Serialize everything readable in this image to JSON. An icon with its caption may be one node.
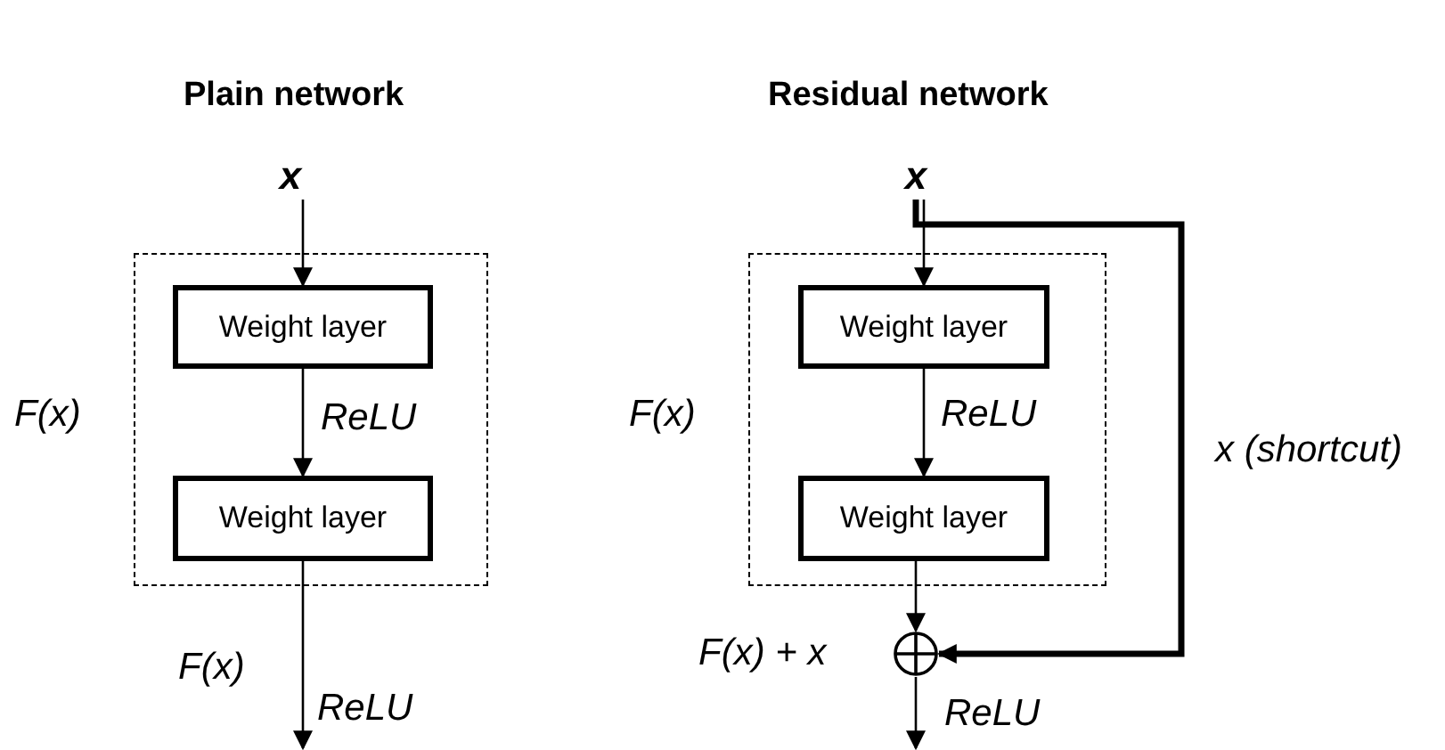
{
  "diagram": {
    "nodes": [
      {
        "text": [
          "x"
        ]
      },
      {
        "text": [
          "F(x)"
        ]
      },
      {
        "text": [
          "Weight layer"
        ],
        "in": 1
      },
      {
        "text": [
          "Weight layer"
        ],
        "in": 1
      },
      {
        "text": [
          "x"
        ]
      },
      {
        "text": [
          "F(x)"
        ]
      },
      {
        "text": [
          "Weight layer"
        ],
        "in": 5
      },
      {
        "text": [
          "Weight layer"
        ],
        "in": 5
      },
      {
        "text": [],
        "shape": "circle",
        "beside": [
          "F(x) + x"
        ]
      }
    ],
    "edges": [
      {
        "from": 0,
        "to": 2,
        "arrow": "to"
      },
      {
        "from": 2,
        "to": 3,
        "arrow": "to",
        "label": "ReLU"
      },
      {
        "from": 3,
        "to": null,
        "arrow": "to",
        "label": "ReLU"
      },
      {
        "from": 4,
        "to": 6,
        "arrow": "to"
      },
      {
        "from": 6,
        "to": 7,
        "arrow": "to",
        "label": "ReLU"
      },
      {
        "from": 7,
        "to": 8,
        "arrow": "to"
      },
      {
        "from": 4,
        "to": 8,
        "arrow": "to",
        "label": "x (shortcut)",
        "style": "thick"
      },
      {
        "from": 8,
        "to": null,
        "arrow": "to",
        "label": "ReLU"
      }
    ],
    "labels": [
      "Plain network",
      "Residual network",
      "F(x)"
    ]
  }
}
